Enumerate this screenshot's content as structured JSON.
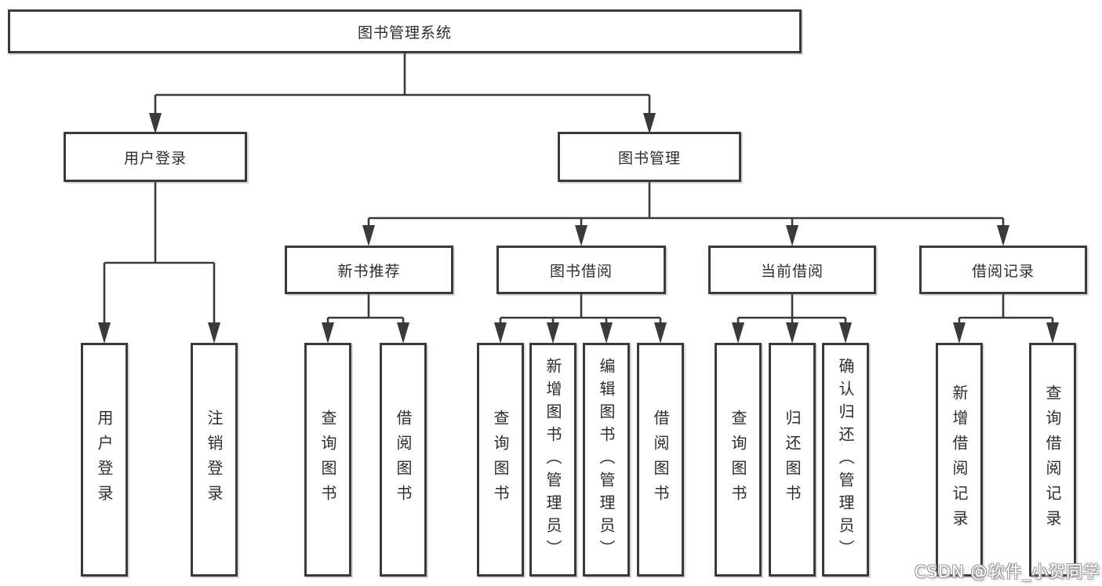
{
  "diagram": {
    "title": "图书管理系统",
    "root": {
      "label": "图书管理系统"
    },
    "level2": [
      {
        "label": "用户登录"
      },
      {
        "label": "图书管理"
      }
    ],
    "level3": [
      {
        "label": "新书推荐",
        "parent": "图书管理"
      },
      {
        "label": "图书借阅",
        "parent": "图书管理"
      },
      {
        "label": "当前借阅",
        "parent": "图书管理"
      },
      {
        "label": "借阅记录",
        "parent": "图书管理"
      }
    ],
    "leaves": [
      {
        "label": "用户登录",
        "parent": "用户登录"
      },
      {
        "label": "注销登录",
        "parent": "用户登录"
      },
      {
        "label": "查询图书",
        "parent": "新书推荐"
      },
      {
        "label": "借阅图书",
        "parent": "新书推荐"
      },
      {
        "label": "查询图书",
        "parent": "图书借阅"
      },
      {
        "label": "新增图书（管理员）",
        "parent": "图书借阅"
      },
      {
        "label": "编辑图书（管理员）",
        "parent": "图书借阅"
      },
      {
        "label": "借阅图书",
        "parent": "图书借阅"
      },
      {
        "label": "查询图书",
        "parent": "当前借阅"
      },
      {
        "label": "归还图书",
        "parent": "当前借阅"
      },
      {
        "label": "确认归还（管理员）",
        "parent": "当前借阅"
      },
      {
        "label": "新增借阅记录",
        "parent": "借阅记录"
      },
      {
        "label": "查询借阅记录",
        "parent": "借阅记录"
      }
    ],
    "colors": {
      "line": "#3a3a3a",
      "box_border": "#3a3a3a",
      "text": "#2d2d2d",
      "background": "#ffffff"
    }
  },
  "watermark": {
    "text": "CSDN @软件_小贺同学"
  }
}
